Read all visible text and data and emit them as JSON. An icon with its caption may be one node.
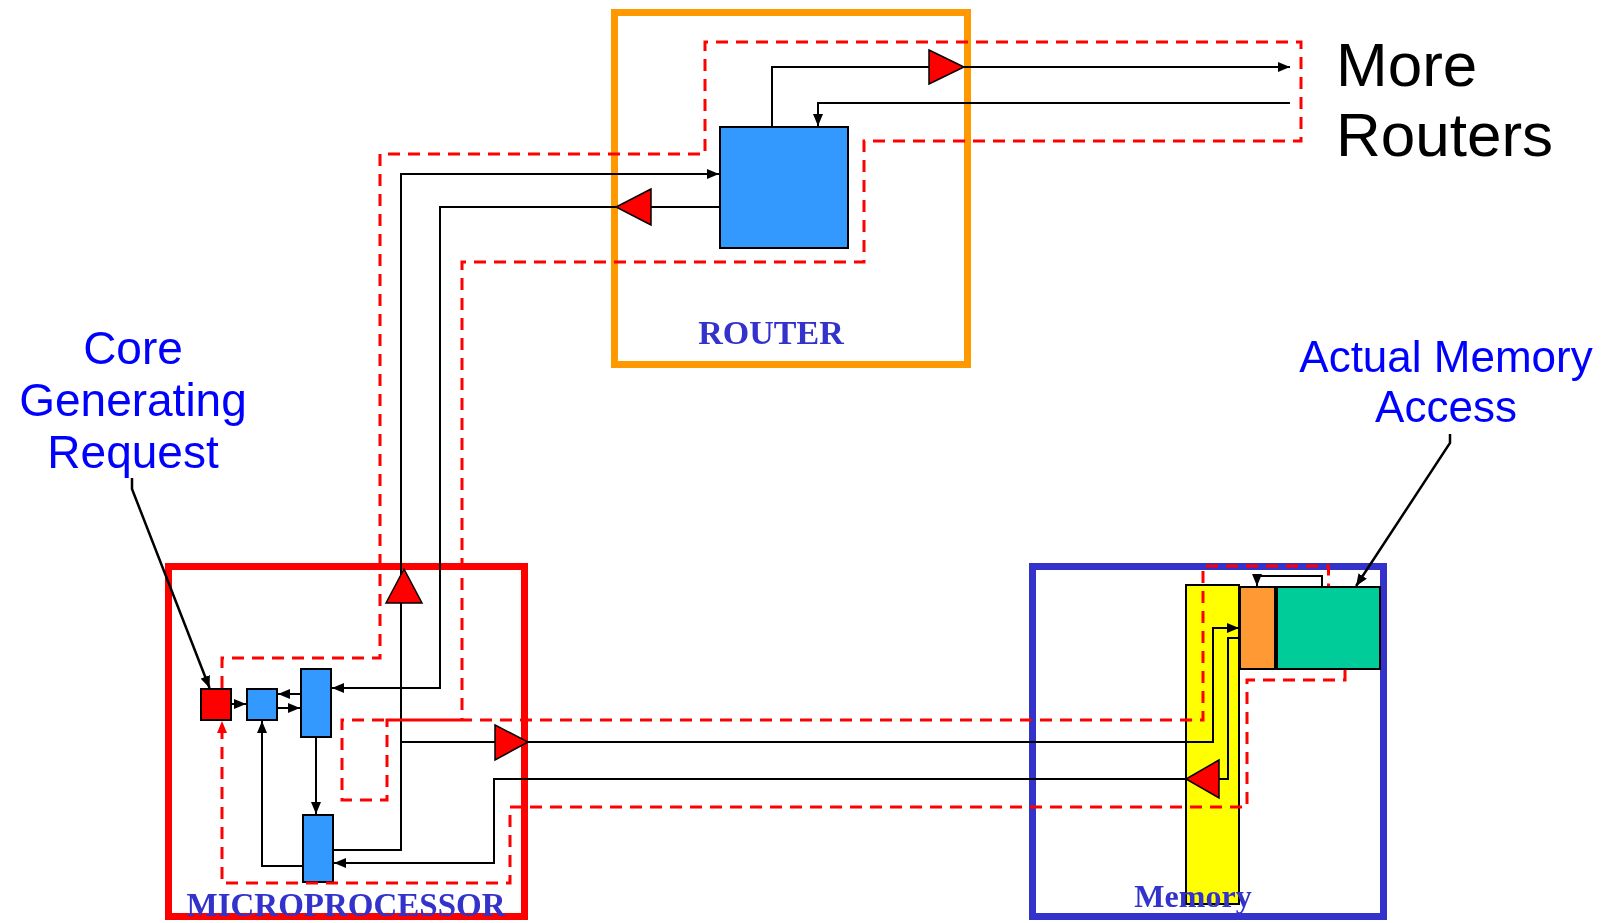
{
  "diagram": {
    "nodes": [
      {
        "text": [
          "ROUTER"
        ]
      },
      {
        "text": [],
        "shape": "box",
        "in": 0
      },
      {
        "text": [
          "MICROPROCESSOR"
        ]
      },
      {
        "text": [],
        "shape": "box",
        "in": 2
      },
      {
        "text": [],
        "shape": "box",
        "in": 2
      },
      {
        "text": [],
        "shape": "box",
        "in": 2
      },
      {
        "text": [],
        "shape": "box",
        "in": 2
      },
      {
        "text": [
          "Memory"
        ]
      },
      {
        "text": [],
        "shape": "box",
        "in": 7
      },
      {
        "text": [],
        "shape": "box",
        "in": 7
      },
      {
        "text": [
          "Core Generating Request"
        ]
      },
      {
        "text": [
          "Actual Memory Access"
        ]
      },
      {
        "text": [
          "More Routers"
        ]
      }
    ],
    "edges": [
      {
        "from": 3,
        "to": 4,
        "arrow": "to"
      },
      {
        "from": 4,
        "to": 5,
        "arrow": "to"
      },
      {
        "from": 5,
        "to": 4,
        "arrow": "to"
      },
      {
        "from": 1,
        "to": 5,
        "arrow": "to"
      },
      {
        "from": 5,
        "to": 6,
        "arrow": "to"
      },
      {
        "from": 6,
        "to": 4,
        "arrow": "to"
      },
      {
        "from": 6,
        "to": 1,
        "arrow": "to"
      },
      {
        "from": 6,
        "to": 8,
        "arrow": "to"
      },
      {
        "from": 8,
        "to": 6,
        "arrow": "to"
      },
      {
        "from": 9,
        "to": 8,
        "arrow": "to"
      },
      {
        "from": 1,
        "to": 12,
        "arrow": "to"
      },
      {
        "from": 12,
        "to": 1,
        "arrow": "to"
      },
      {
        "from": 10,
        "to": 3,
        "arrow": "to"
      },
      {
        "from": 11,
        "to": 9,
        "arrow": "to"
      },
      {
        "from": 3,
        "to": 9,
        "arrow": "none",
        "style": "dashed",
        "color": "#ff0000"
      },
      {
        "from": 9,
        "to": 3,
        "arrow": "to",
        "style": "dashed",
        "color": "#ff0000"
      }
    ]
  }
}
